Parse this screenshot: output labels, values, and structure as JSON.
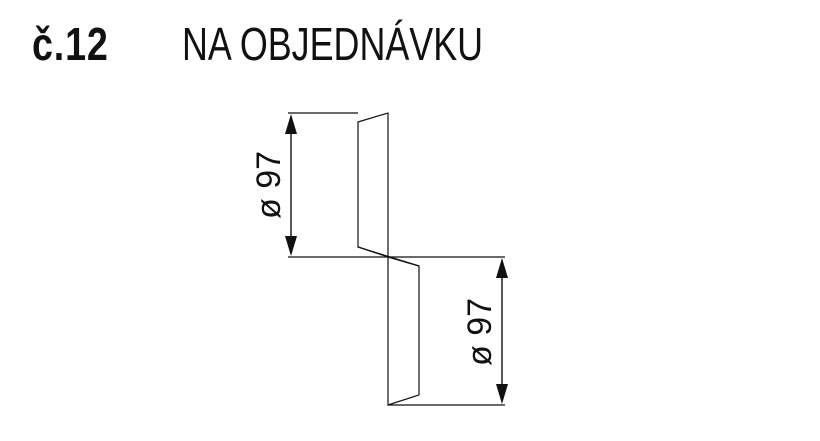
{
  "title": {
    "number": "č.12",
    "text": "NA OBJEDNÁVKU"
  },
  "drawing": {
    "upper_dimension": "ø 97",
    "lower_dimension": "ø 97"
  },
  "colors": {
    "ink": "#111111",
    "background": "#ffffff"
  }
}
